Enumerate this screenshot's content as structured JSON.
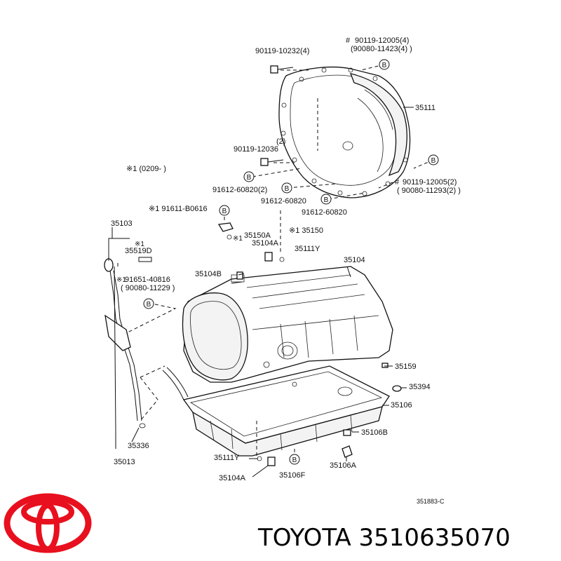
{
  "diagram": {
    "callouts": {
      "c_90119_10232": "90119-10232(4)",
      "c_hash1": "#",
      "c_90119_12005_4": "90119-12005(4)",
      "c_90080_11423": "(90080-11423(4)  )",
      "c_35111": "35111",
      "c_2": "(2)",
      "c_90119_12036": "90119-12036",
      "c_note_0209": "※1 (0209-          )",
      "c_hash2": "#",
      "c_90119_12005_2": "90119-12005(2)",
      "c_90080_11293": "( 90080-11293(2)  )",
      "c_91612_a": "91612-60820(2)",
      "c_91612_b": "91612-60820",
      "c_91612_c": "91612-60820",
      "c_91611": "※1 91611-B0616",
      "c_35103": "35103",
      "c_note1": "※1",
      "c_35519D": "35519D",
      "c_35150A": "35150A",
      "c_35150": "※1 35150",
      "c_note1b": "※1",
      "c_35104A_top": "35104A",
      "c_35111Y_top": "35111Y",
      "c_35104B": "35104B",
      "c_35104": "35104",
      "c_note1c": "※1",
      "c_91651": "91651-40816",
      "c_90080_11229": "( 90080-11229  )",
      "c_35159": "35159",
      "c_35394": "35394",
      "c_35106": "35106",
      "c_35106B": "35106B",
      "c_35336": "35336",
      "c_35013": "35013",
      "c_35111Y_bot": "35111Y",
      "c_35104A_bot": "35104A",
      "c_35106F": "35106F",
      "c_35106A": "35106A",
      "c_ref": "351883-C"
    },
    "bubble_letter": "B"
  },
  "footer": {
    "brand_text": "TOYOTA 3510635070",
    "logo_color": "#e8101e"
  }
}
